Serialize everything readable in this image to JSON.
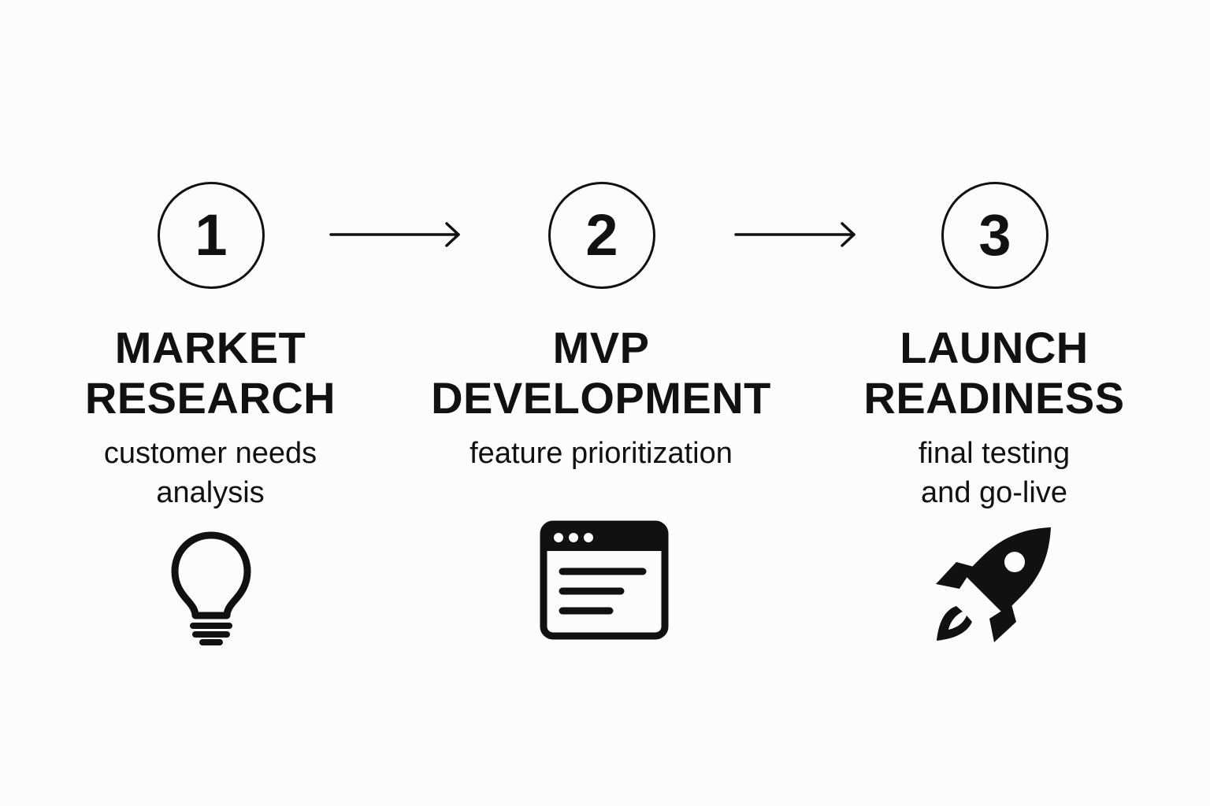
{
  "steps": [
    {
      "number": "1",
      "title_lines": [
        "MARKET",
        "RESEARCH"
      ],
      "subtitle_lines": [
        "customer needs",
        "analysis"
      ],
      "icon": "lightbulb-icon"
    },
    {
      "number": "2",
      "title_lines": [
        "MVP",
        "DEVELOPMENT"
      ],
      "subtitle_lines": [
        "feature prioritization"
      ],
      "icon": "browser-window-icon"
    },
    {
      "number": "3",
      "title_lines": [
        "LAUNCH",
        "READINESS"
      ],
      "subtitle_lines": [
        "final testing",
        "and go-live"
      ],
      "icon": "rocket-icon"
    }
  ],
  "connectors": [
    "arrow-right-icon",
    "arrow-right-icon"
  ],
  "colors": {
    "background": "#fcfcfa",
    "ink": "#111111"
  }
}
